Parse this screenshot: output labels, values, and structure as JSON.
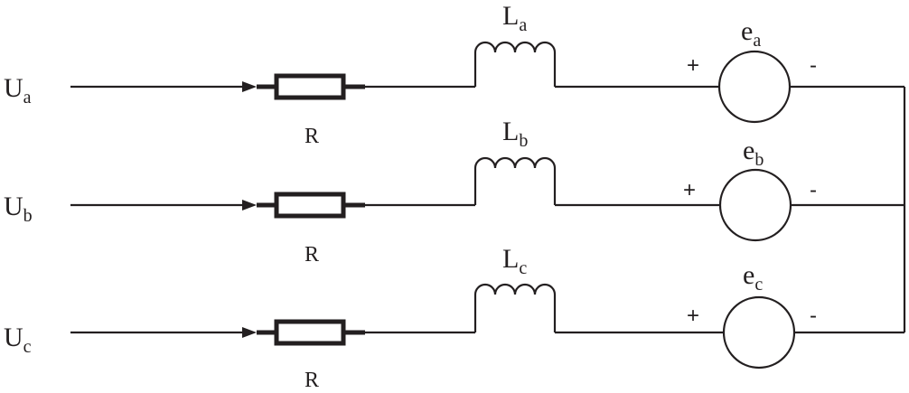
{
  "phases": [
    {
      "input_label": {
        "main": "U",
        "sub": "a"
      },
      "resistor_label": "R",
      "inductor_label": {
        "main": "L",
        "sub": "a"
      },
      "emf_label": {
        "main": "e",
        "sub": "a"
      },
      "plus": "+",
      "minus": "-"
    },
    {
      "input_label": {
        "main": "U",
        "sub": "b"
      },
      "resistor_label": "R",
      "inductor_label": {
        "main": "L",
        "sub": "b"
      },
      "emf_label": {
        "main": "e",
        "sub": "b"
      },
      "plus": "+",
      "minus": "-"
    },
    {
      "input_label": {
        "main": "U",
        "sub": "c"
      },
      "resistor_label": "R",
      "inductor_label": {
        "main": "L",
        "sub": "c"
      },
      "emf_label": {
        "main": "e",
        "sub": "c"
      },
      "plus": "+",
      "minus": "-"
    }
  ]
}
